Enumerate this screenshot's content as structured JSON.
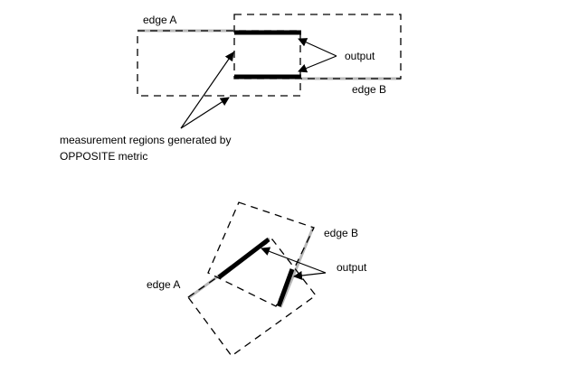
{
  "diagram": {
    "top": {
      "edge_a_label": "edge A",
      "edge_b_label": "edge B",
      "output_label": "output",
      "measurement_line_1": "measurement regions generated by",
      "measurement_line_2": "OPPOSITE metric"
    },
    "bottom": {
      "edge_a_label": "edge A",
      "edge_b_label": "edge B",
      "output_label": "output"
    }
  },
  "colors": {
    "edge": "#b8b8b8",
    "output": "#000000",
    "region": "#000000",
    "arrow": "#000000"
  }
}
